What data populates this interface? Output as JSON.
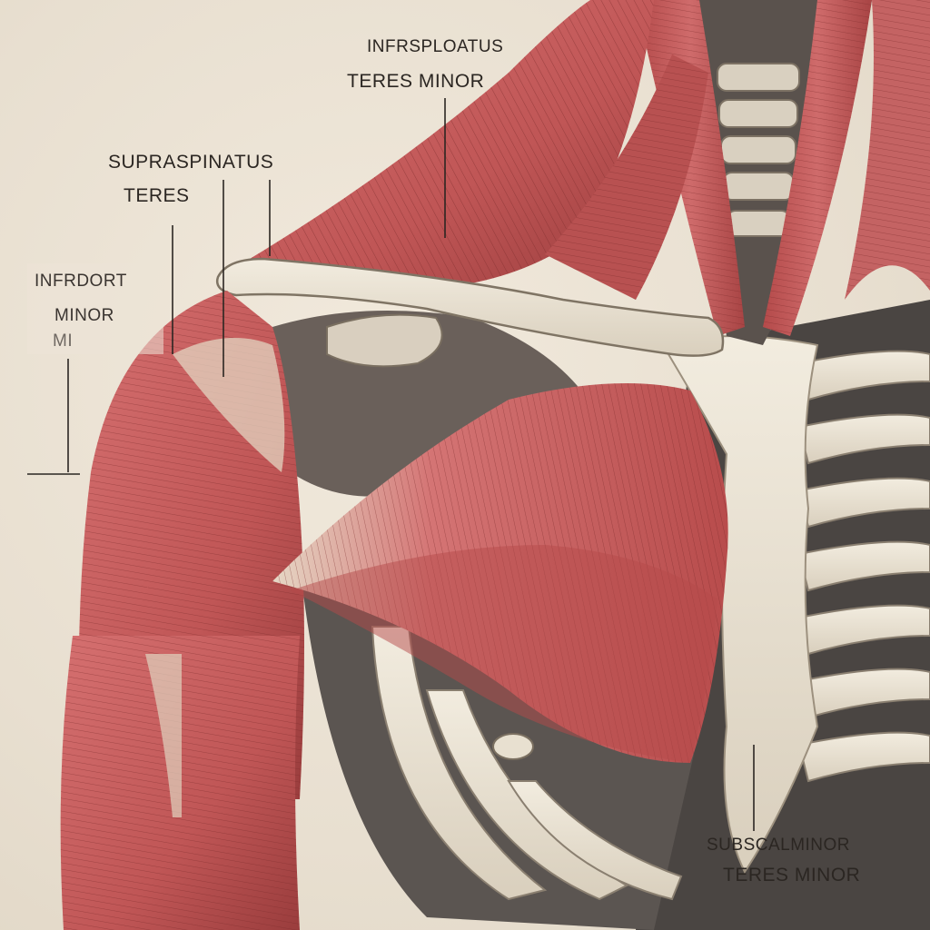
{
  "labels": {
    "infraspinatus": "INFRSPLOATUS",
    "teres_minor_top": "TERES MINOR",
    "supraspinatus": "SUPRASPINATUS",
    "teres": "TERES",
    "infrdort": "INFRDORT",
    "minor_left": "MINOR",
    "mi_left": "MI",
    "subscal_minor": "SUBSCALMINOR",
    "teres_minor_bottom": "TERES MINOR"
  },
  "colors": {
    "background": "#ebe2d4",
    "muscle": "#c25a5a",
    "muscle_dark": "#8e3838",
    "tendon": "#e6dccb",
    "bone": "#ece6d6",
    "ink": "#2b2622"
  }
}
